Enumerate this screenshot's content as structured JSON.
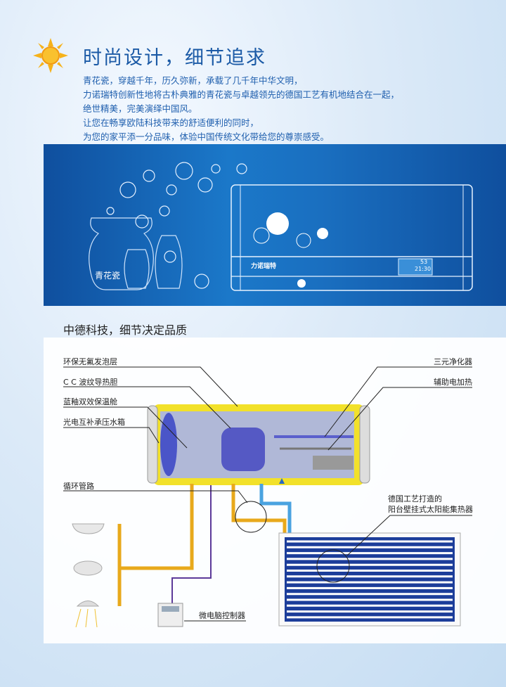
{
  "header": {
    "title": "时尚设计，细节追求",
    "icon": "sun-icon"
  },
  "intro": [
    "青花瓷，穿越千年，历久弥新，承载了几千年中华文明，",
    "力诺瑞特创新性地将古朴典雅的青花瓷与卓越领先的德国工艺有机地结合在一起，",
    "绝世精美，完美演绎中国风。",
    "让您在畅享欧陆科技带来的舒适便利的同时，",
    "为您的家平添一分品味，体验中国传统文化带给您的尊崇感受。"
  ],
  "banner": {
    "vase_text": "青花瓷",
    "brand": "力诺瑞特",
    "display_temp": "53",
    "display_time": "21:30"
  },
  "section": {
    "title": "中德科技，细节决定品质"
  },
  "labels": {
    "foam": "环保无氟发泡层",
    "cc": "C C 波纹导热胆",
    "enamel": "蓝釉双效保温舱",
    "tank": "光电互补承压水箱",
    "pipe": "循环管路",
    "purifier": "三元净化器",
    "heater": "辅助电加热",
    "collector_1": "德国工艺打造的",
    "collector_2": "阳台壁挂式太阳能集热器",
    "controller": "微电脑控制器"
  },
  "colors": {
    "accent": "#1b5aa6",
    "pipe_hot": "#e8a91c",
    "pipe_cold": "#4aa3e0",
    "tank_shell": "#f2e12a"
  }
}
